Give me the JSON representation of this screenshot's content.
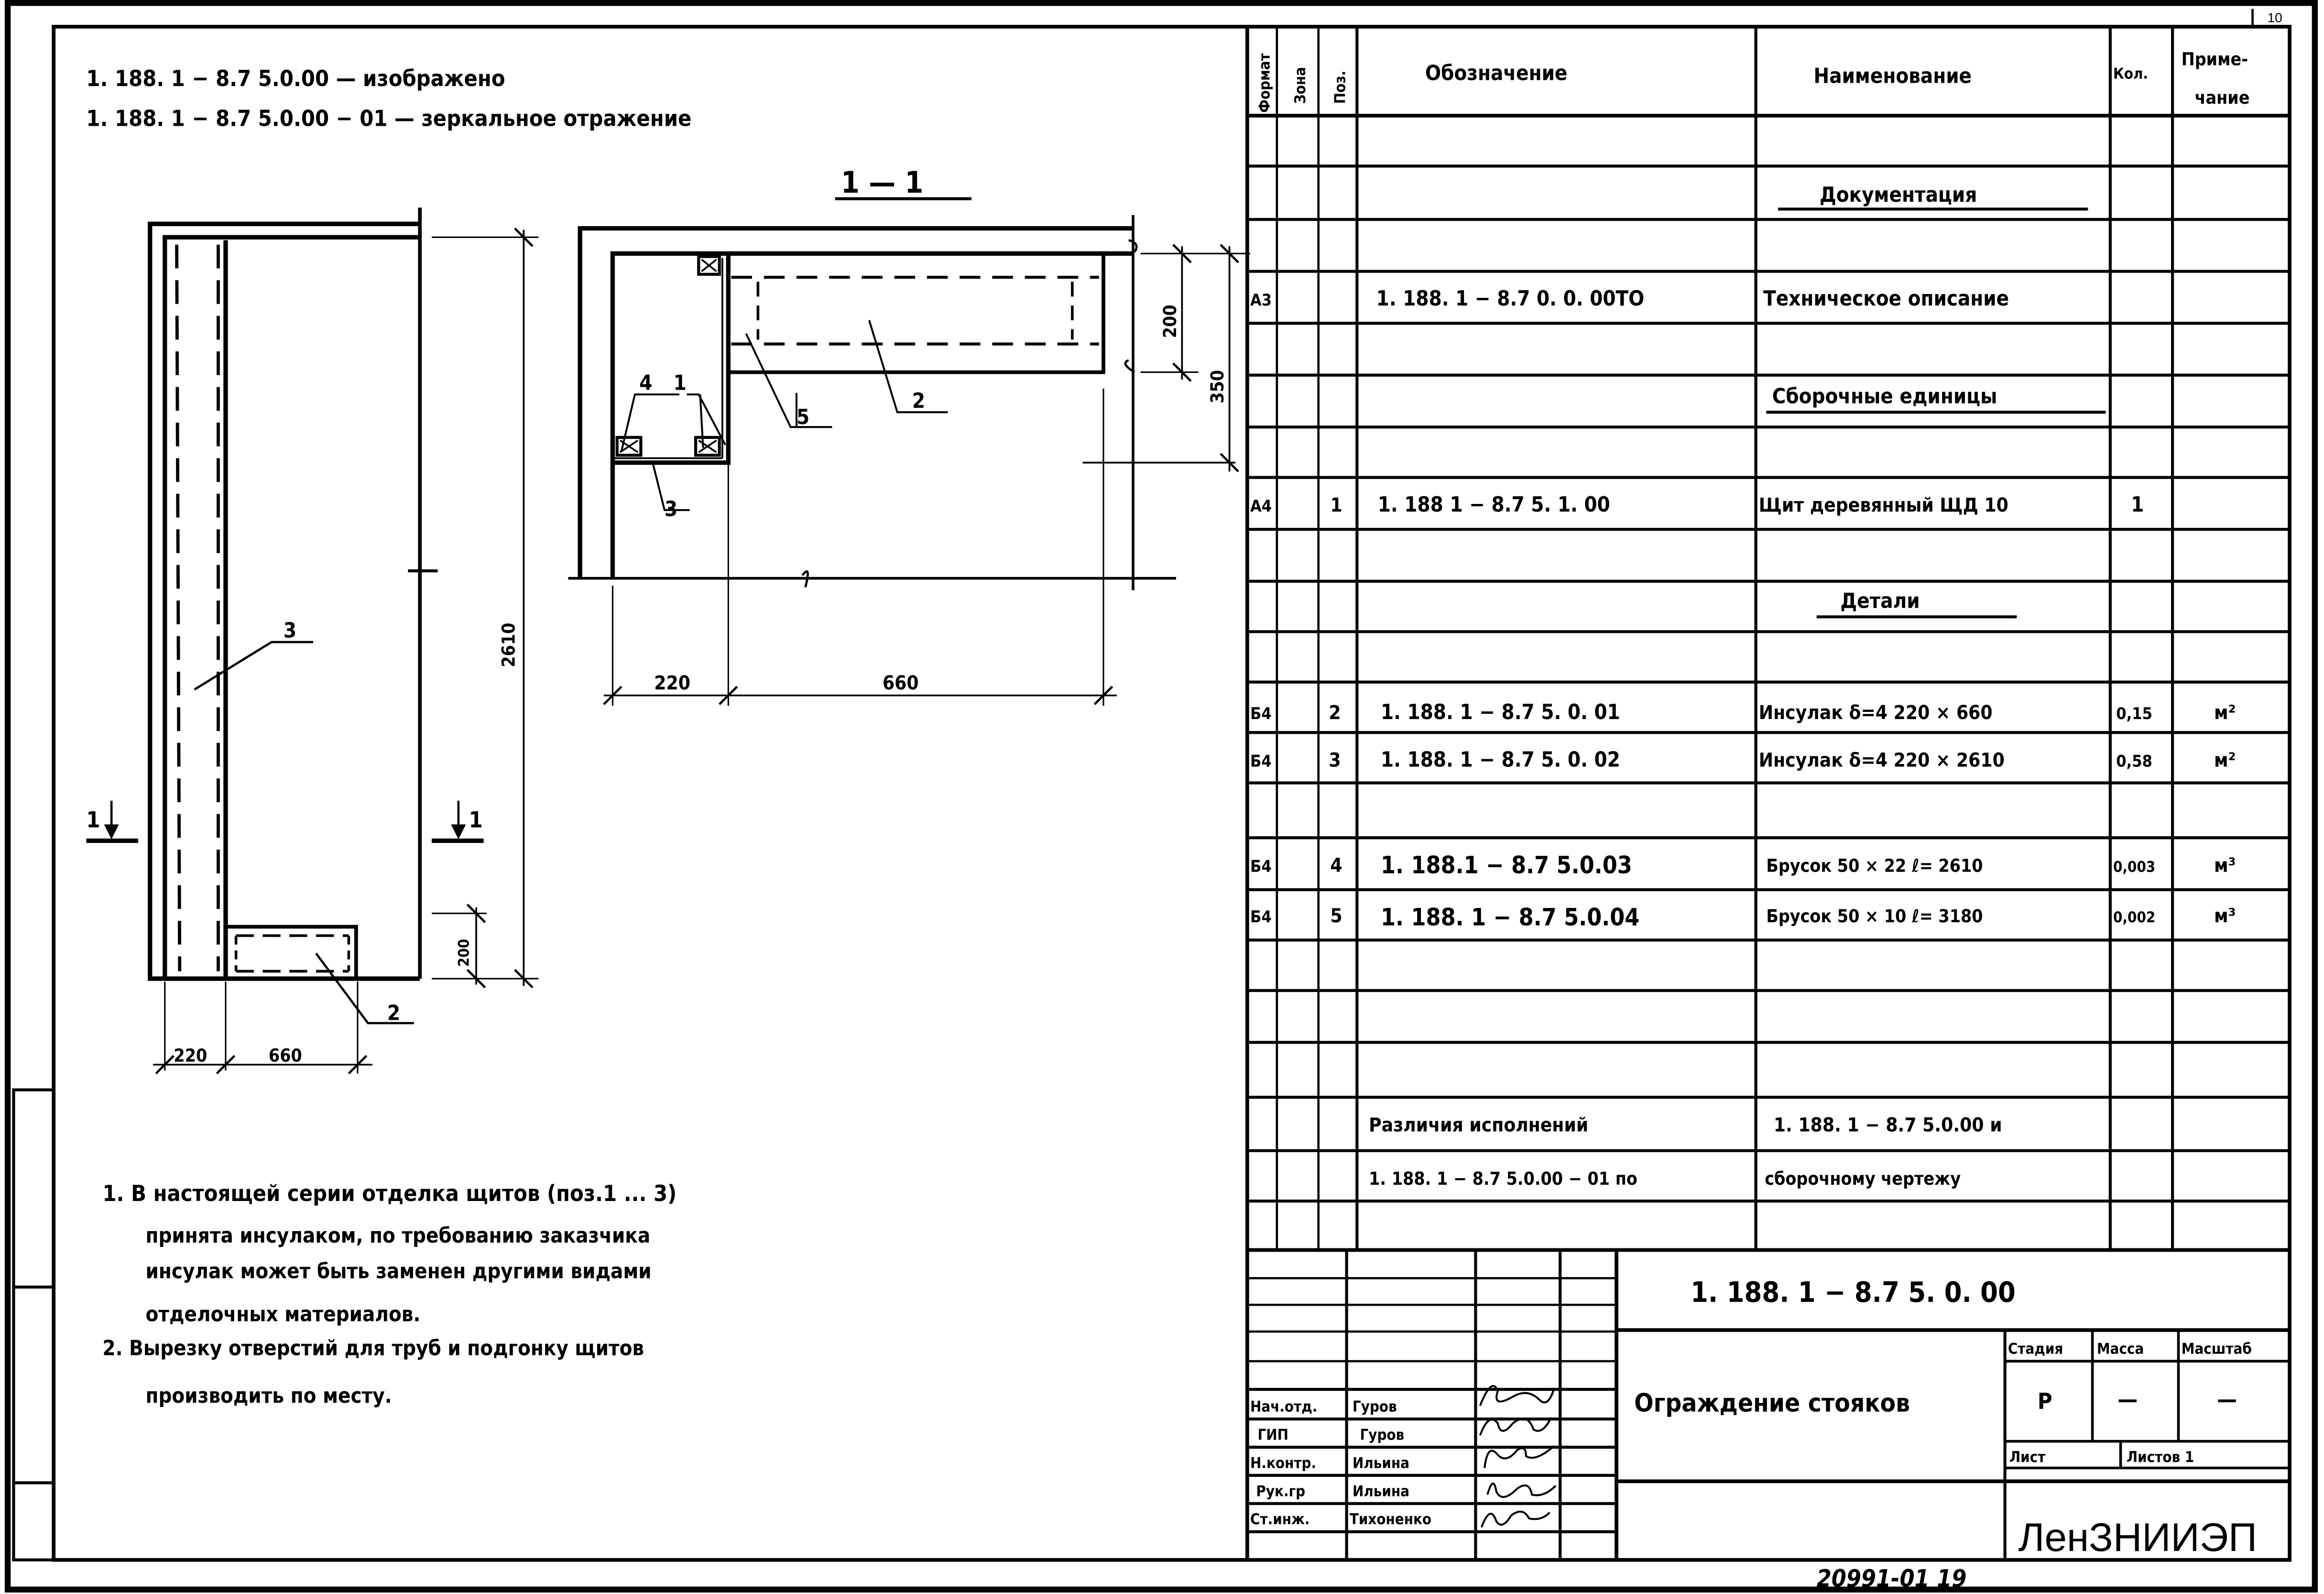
{
  "sheet_number": "10",
  "variants": {
    "line1": "1. 188. 1 − 8.7 5.0.00 — изображено",
    "line2": "1. 188. 1 − 8.7 5.0.00 − 01 — зеркальное отражение"
  },
  "elevation": {
    "leader_3": "3",
    "leader_2": "2",
    "dim_height": "2610",
    "dim_bottom": "200",
    "dim_width_1": "220",
    "dim_width_2": "660",
    "section_mark_left": "1",
    "section_mark_right": "1"
  },
  "section": {
    "title": "1 — 1",
    "leader_4": "4",
    "leader_1": "1",
    "leader_3": "3",
    "leader_5": "5",
    "leader_2": "2",
    "dim_200": "200",
    "dim_350": "350",
    "dim_220": "220",
    "dim_660": "660"
  },
  "notes": {
    "n1_l1": "1.  В настоящей    серии    отделка    щитов    (поз.1 ... 3)",
    "n1_l2": "принята   инсулаком,    по  требованию   заказчика",
    "n1_l3": "инсулак   может   быть   заменен   другими   видами",
    "n1_l4": "отделочных    материалов.",
    "n2_l1": "2.  Вырезку    отверстий    для    труб    и  подгонку щитов",
    "n2_l2": "производить   по   месту."
  },
  "spec_table": {
    "headers": {
      "format": "Формат",
      "zone": "Зона",
      "pos": "Поз.",
      "designation": "Обозначение",
      "name": "Наименование",
      "qty": "Кол.",
      "note_1": "Приме-",
      "note_2": "чание"
    },
    "sections": {
      "documentation": "Документация",
      "assemblies": "Сборочные единицы",
      "details": "Детали"
    },
    "rows": [
      {
        "format": "А3",
        "pos": "",
        "designation": "1. 188. 1 − 8.7     0. 0. 00ТО",
        "name": "Техническое  описание",
        "qty": "",
        "note": ""
      },
      {
        "format": "А4",
        "pos": "1",
        "designation": "1. 188 1 − 8.7       5. 1. 00",
        "name": "Щит деревянный    ЩД 10",
        "qty": "1",
        "note": ""
      },
      {
        "format": "Б4",
        "pos": "2",
        "designation": "1. 188. 1 −  8.7    5. 0. 01",
        "name": "Инсулак  δ=4    220 × 660",
        "qty": "0,15",
        "note": "м²"
      },
      {
        "format": "Б4",
        "pos": "3",
        "designation": "1. 188. 1 −  8.7    5. 0. 02",
        "name": "Инсулак  δ=4    220 × 2610",
        "qty": "0,58",
        "note": "м²"
      },
      {
        "format": "Б4",
        "pos": "4",
        "designation": "1. 188.1 −  8.7    5.0.03",
        "name": "Брусок  50 × 22     ℓ= 2610",
        "qty": "0,003",
        "note": "м³"
      },
      {
        "format": "Б4",
        "pos": "5",
        "designation": "1. 188. 1 −  8.7    5.0.04",
        "name": "Брусок  50 × 10     ℓ= 3180",
        "qty": "0,002",
        "note": "м³"
      }
    ],
    "differences": {
      "l1_left": "Различия    исполнений",
      "l1_right": "1. 188. 1 − 8.7  5.0.00 и",
      "l2_left": "1. 188. 1 − 8.7  5.0.00 − 01   по",
      "l2_right": "сборочному   чертежу"
    }
  },
  "title_block": {
    "document_code": "1. 188. 1 −  8.7      5. 0. 00",
    "title": "Ограждение   стояков",
    "stage_label": "Стадия",
    "mass_label": "Масса",
    "scale_label": "Масштаб",
    "stage_value": "Р",
    "mass_value": "—",
    "scale_value": "—",
    "sheet_label": "Лист",
    "sheets_label": "Листов 1",
    "organization": "ЛенЗНИИЭП",
    "signatures": [
      {
        "role": "Нач.отд.",
        "name": "Гуров"
      },
      {
        "role": "ГИП",
        "name": "Гуров"
      },
      {
        "role": "Н.контр.",
        "name": "Ильина"
      },
      {
        "role": "Рук.гр",
        "name": "Ильина"
      },
      {
        "role": "Ст.инж.",
        "name": "Тихоненко"
      }
    ]
  },
  "archive_number": "20991-01   19"
}
